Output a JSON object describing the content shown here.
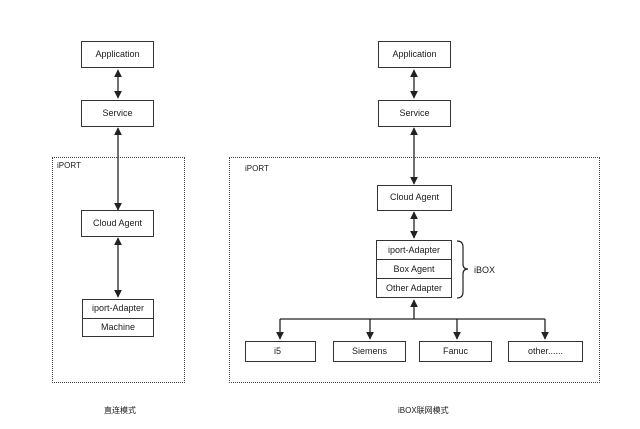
{
  "left": {
    "application": "Application",
    "service": "Service",
    "region_label": "iPORT",
    "cloud_agent": "Cloud Agent",
    "stack": [
      "iport-Adapter",
      "Machine"
    ],
    "caption": "直连模式"
  },
  "right": {
    "application": "Application",
    "service": "Service",
    "region_label": "iPORT",
    "cloud_agent": "Cloud Agent",
    "stack": [
      "iport-Adapter",
      "Box Agent",
      "Other Adapter"
    ],
    "brace_label": "iBOX",
    "devices": [
      "i5",
      "Siemens",
      "Fanuc",
      "other......"
    ],
    "caption": "iBOX联网模式"
  }
}
